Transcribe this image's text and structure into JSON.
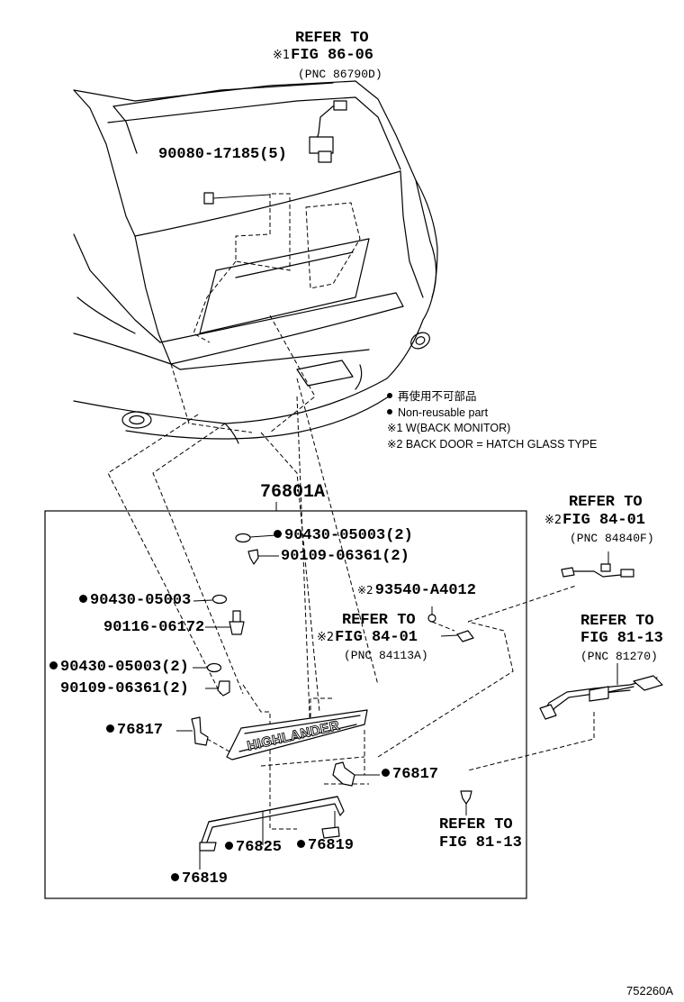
{
  "refs": {
    "back_monitor": {
      "line1": "REFER TO",
      "mark": "※1",
      "line2": "FIG 86-06",
      "line3": "(PNC 86790D)"
    },
    "wiring_84_01": {
      "line1": "REFER TO",
      "mark": "※2",
      "line2": "FIG 84-01",
      "line3": "(PNC 84840F)"
    },
    "switch_84_01": {
      "line1": "REFER TO",
      "mark": "※2",
      "line2": "FIG 84-01",
      "line3": "(PNC 84113A)"
    },
    "lock_81_13": {
      "line1": "REFER TO",
      "line2": "FIG 81-13",
      "line3": "(PNC 81270)"
    },
    "lamp_81_13": {
      "line1": "REFER TO",
      "line2": "FIG 81-13"
    }
  },
  "parts": {
    "upper_bolt": "90080-17185(5)",
    "assembly": "76801A",
    "washer_top": "90430-05003(2)",
    "screw_top": "90109-06361(2)",
    "washer_left": "90430-05003",
    "stud_left": "90116-06172",
    "washer_left2": "90430-05003(2)",
    "screw_left": "90109-06361(2)",
    "clip_left": "76817",
    "switch": "93540-A4012",
    "switch_mark": "※2",
    "clip_right": "76817",
    "garnish_mid": "76825",
    "clip_bottom_right": "76819",
    "clip_bottom_left": "76819"
  },
  "emblem_text": "HIGHLANDER",
  "notes": {
    "non_reusable_jp": "再使用不可部品",
    "non_reusable_en": "Non-reusable part",
    "note1": "※1 W(BACK MONITOR)",
    "note2": "※2 BACK DOOR = HATCH GLASS TYPE"
  },
  "figure_code": "752260A"
}
